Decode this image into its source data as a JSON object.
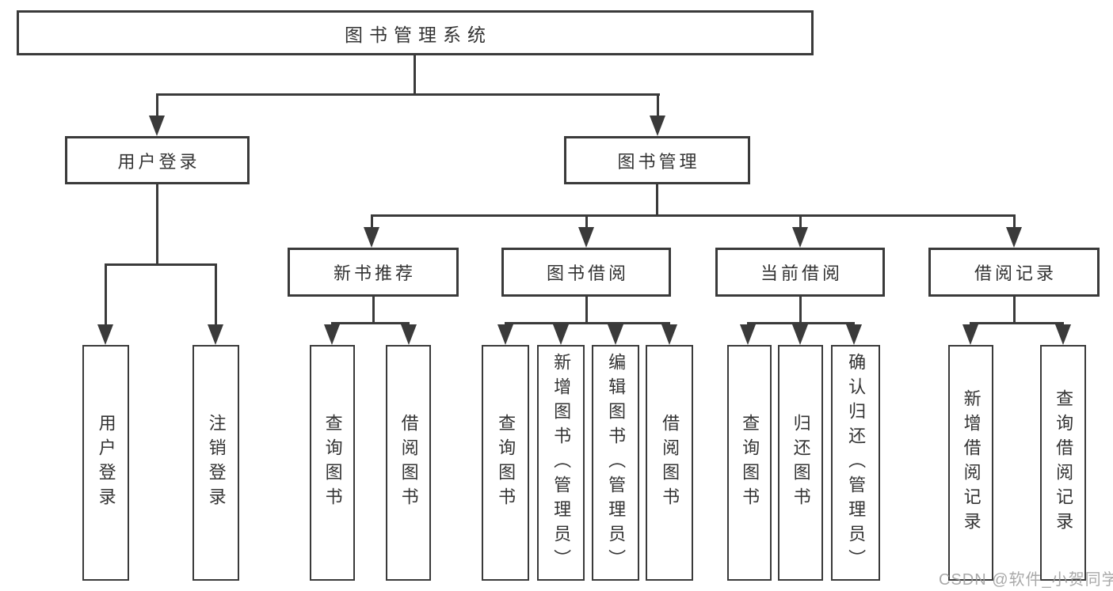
{
  "nodes": {
    "root": "图书管理系统",
    "user_login": "用户登录",
    "book_mgmt": "图书管理",
    "new_books": "新书推荐",
    "book_borrow": "图书借阅",
    "current_borrow": "当前借阅",
    "borrow_records": "借阅记录",
    "leaf_user_login": "用户登录",
    "leaf_logout": "注销登录",
    "leaf_nb_query": "查询图书",
    "leaf_nb_borrow": "借阅图书",
    "leaf_bb_query": "查询图书",
    "leaf_bb_add": "新增图书（管理员）",
    "leaf_bb_edit": "编辑图书（管理员）",
    "leaf_bb_borrow": "借阅图书",
    "leaf_cb_query": "查询图书",
    "leaf_cb_return": "归还图书",
    "leaf_cb_confirm": "确认归还（管理员）",
    "leaf_br_add": "新增借阅记录",
    "leaf_br_query": "查询借阅记录"
  },
  "watermark": {
    "text": "CSDN @软件_小贺同学"
  },
  "colors": {
    "line": "#3a3a3a",
    "text": "#333333",
    "background": "#ffffff",
    "watermark": "#9b9b9b"
  }
}
